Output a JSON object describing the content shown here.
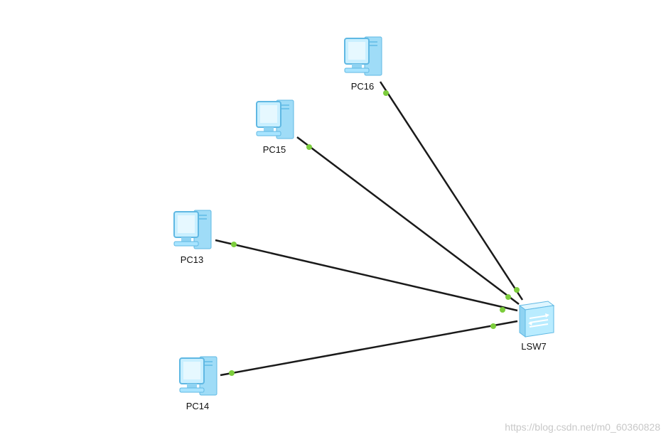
{
  "topology": {
    "switch": {
      "label": "LSW7"
    },
    "pcs": [
      {
        "label": "PC16"
      },
      {
        "label": "PC15"
      },
      {
        "label": "PC13"
      },
      {
        "label": "PC14"
      }
    ],
    "link_color": "#1a1a1a",
    "port_dot_color": "#7ccd3c",
    "device_color": "#a8e4ff"
  },
  "watermark": "https://blog.csdn.net/m0_60360828"
}
